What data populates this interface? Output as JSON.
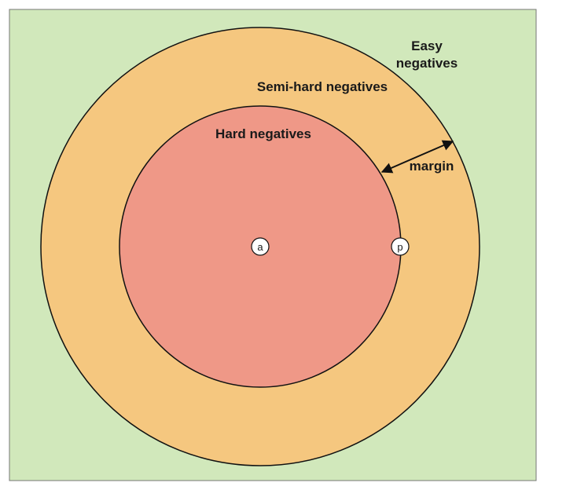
{
  "colors": {
    "easy_region": "#d1e8bb",
    "semi_hard_region": "#f5c77f",
    "hard_region": "#ef9887",
    "outline": "#111111",
    "point_fill": "#ffffff"
  },
  "regions": {
    "easy_label_line1": "Easy",
    "easy_label_line2": "negatives",
    "semi_hard_label": "Semi-hard negatives",
    "hard_label": "Hard negatives"
  },
  "margin_label": "margin",
  "points": {
    "anchor": "a",
    "positive": "p"
  }
}
